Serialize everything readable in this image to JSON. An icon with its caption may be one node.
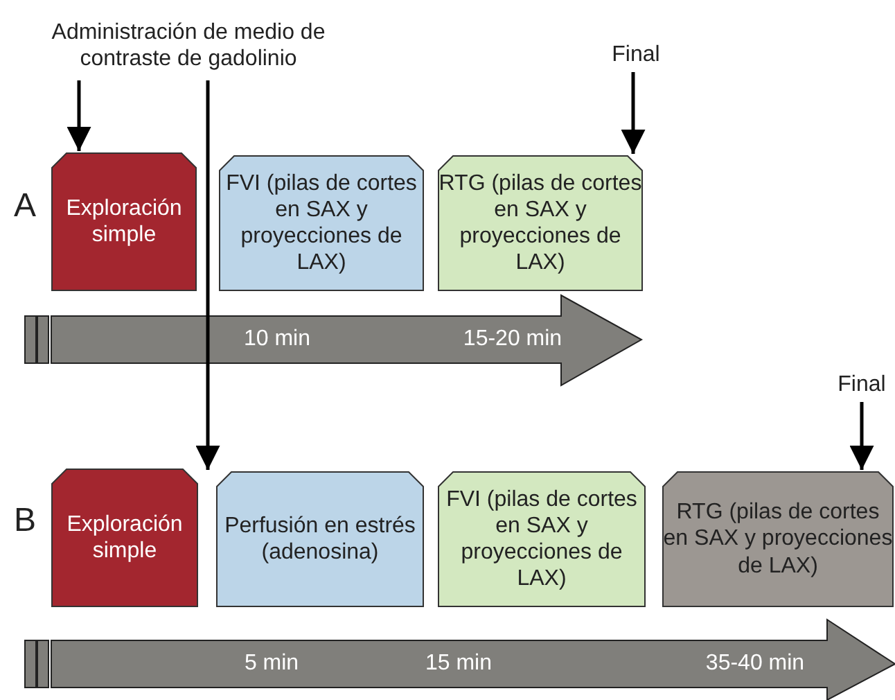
{
  "diagram": {
    "nodes": [
      {
        "text": [
          "Administración de medio de contraste de gadolinio"
        ]
      },
      {
        "text": [
          "Exploración simple"
        ]
      },
      {
        "text": [
          "FVI (pilas de cortes en SAX y proyecciones de LAX)"
        ]
      },
      {
        "text": [
          "RTG (pilas de cortes en SAX y proyecciones de LAX)"
        ]
      },
      {
        "text": [
          "Final"
        ]
      },
      {
        "text": [
          "Exploración simple"
        ]
      },
      {
        "text": [
          "Perfusión en estrés (adenosina)"
        ]
      },
      {
        "text": [
          "FVI (pilas de cortes en SAX y proyecciones de LAX)"
        ]
      },
      {
        "text": [
          "RTG (pilas de cortes en SAX y proyecciones de LAX)"
        ]
      },
      {
        "text": [
          "Final"
        ]
      }
    ],
    "edges": [
      {
        "from": 0,
        "to": 1,
        "arrow": "to"
      },
      {
        "from": 0,
        "to": 6,
        "arrow": "to"
      },
      {
        "from": 4,
        "to": 3,
        "arrow": "to"
      },
      {
        "from": 9,
        "to": 8,
        "arrow": "to"
      }
    ],
    "labels": [
      "A",
      "10 min",
      "15-20 min",
      "B",
      "5 min",
      "15 min",
      "35-40 min"
    ]
  }
}
